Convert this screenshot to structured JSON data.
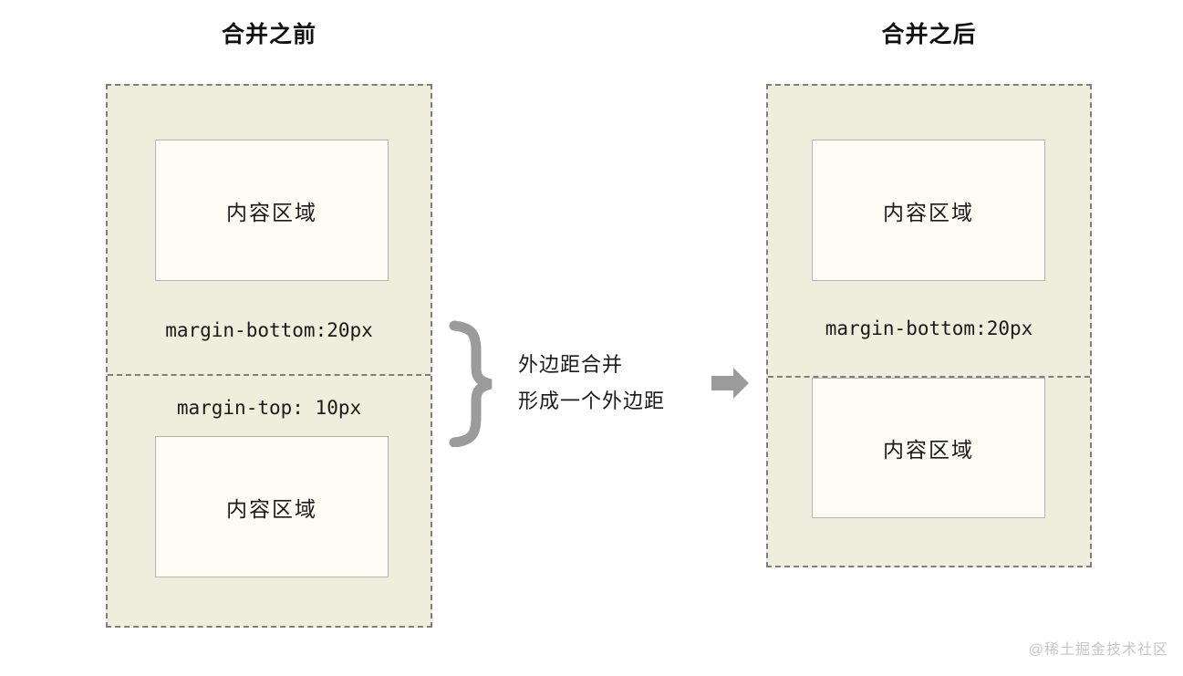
{
  "diagram": {
    "before": {
      "title": "合并之前",
      "content_top_label": "内容区域",
      "margin_bottom_label": "margin-bottom:20px",
      "margin_top_label": "margin-top: 10px",
      "content_bottom_label": "内容区域"
    },
    "middle": {
      "annotation_line1": "外边距合并",
      "annotation_line2": "形成一个外边距"
    },
    "after": {
      "title": "合并之后",
      "content_top_label": "内容区域",
      "margin_bottom_label": "margin-bottom:20px",
      "content_bottom_label": "内容区域"
    }
  },
  "watermark": "@稀土掘金技术社区",
  "colors": {
    "panel_background": "#eeeedd",
    "content_box_background": "#fcfcf4",
    "dashed_border": "#7e7e7e",
    "content_box_border": "#b5b5b5",
    "brace_and_arrow": "#9b9b9b",
    "text": "#1a1a1a",
    "watermark_text": "#c5c5c5"
  }
}
